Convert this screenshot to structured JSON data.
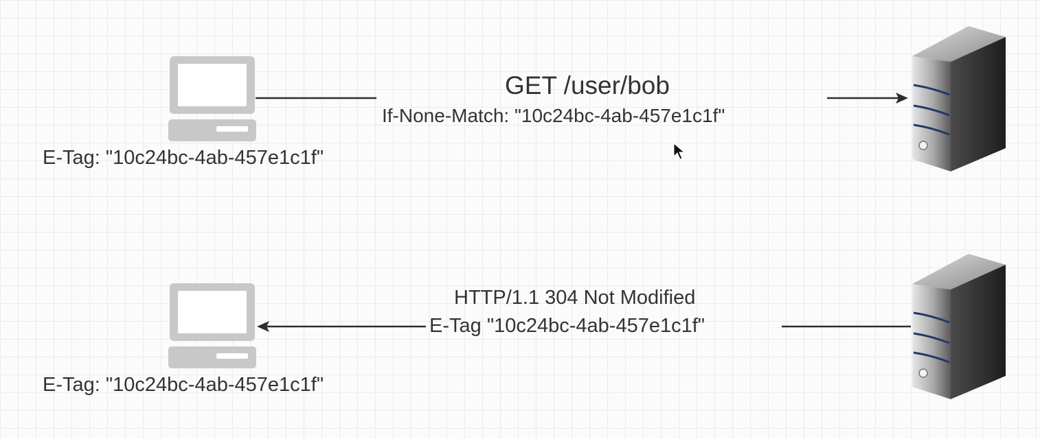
{
  "request": {
    "method_line": "GET /user/bob",
    "header_line": "If-None-Match: \"10c24bc-4ab-457e1c1f\""
  },
  "response": {
    "status_line": "HTTP/1.1 304 Not Modified",
    "header_line": "E-Tag \"10c24bc-4ab-457e1c1f\""
  },
  "client_top": {
    "etag_label": "E-Tag:  \"10c24bc-4ab-457e1c1f\"",
    "icon": "laptop-icon"
  },
  "client_bottom": {
    "etag_label": "E-Tag:  \"10c24bc-4ab-457e1c1f\"",
    "icon": "laptop-icon"
  },
  "server_top": {
    "icon": "server-icon"
  },
  "server_bottom": {
    "icon": "server-icon"
  },
  "colors": {
    "grid_line": "#ebebeb",
    "background": "#fbfbfb",
    "laptop_gray": "#c8c8c8",
    "server_dark": "#3a3a3a",
    "server_stripe": "#1f3a66"
  }
}
